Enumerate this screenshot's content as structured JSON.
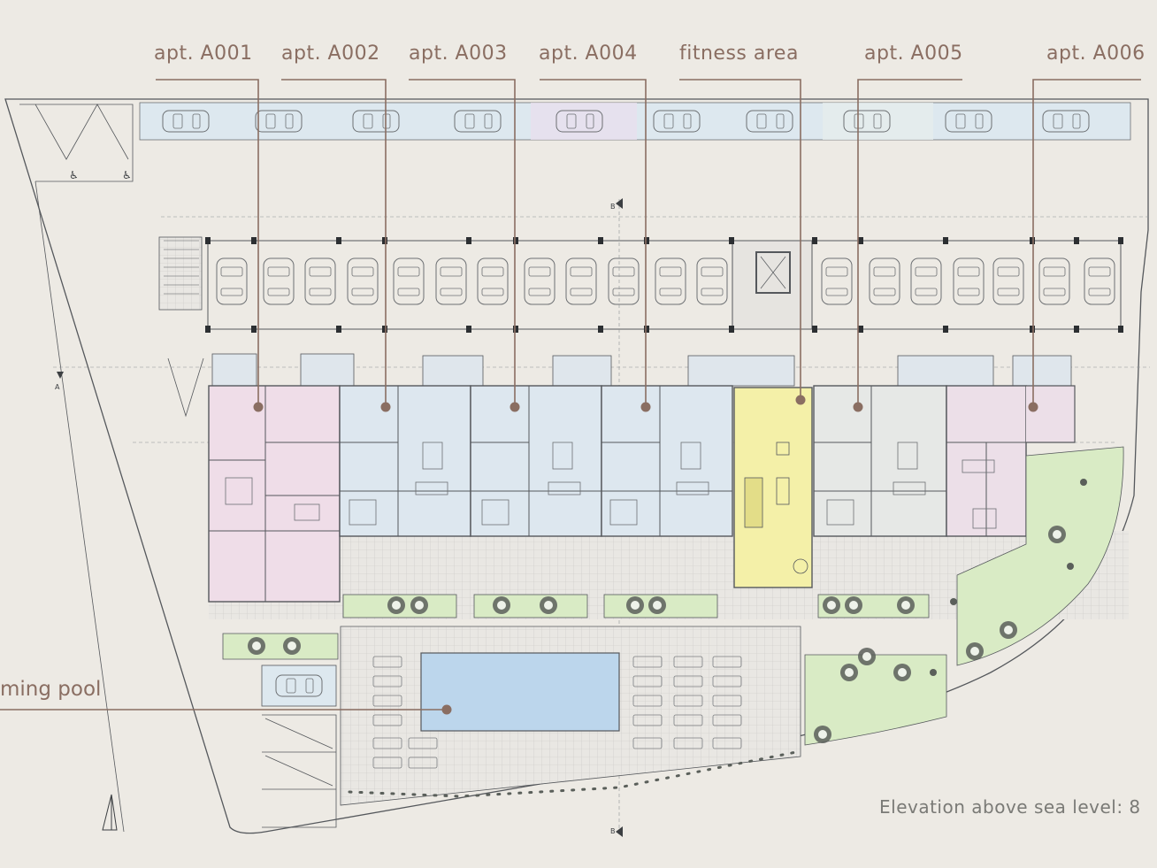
{
  "labels": {
    "a001": "apt. A001",
    "a002": "apt. A002",
    "a003": "apt. A003",
    "a004": "apt. A004",
    "fitness": "fitness area",
    "a005": "apt. A005",
    "a006": "apt. A006",
    "pool": "ming pool",
    "elevation": "Elevation above sea level: 8"
  },
  "colors": {
    "background": "#edeae4",
    "leader": "#8a6e62",
    "line": "#55585c",
    "apt_a001": "#efdde8",
    "apt_blue": "#dde7ef",
    "apt_a005": "#e6e8e6",
    "apt_a006": "#ecdfe8",
    "fitness": "#f4f0a8",
    "pool": "#bcd6ec",
    "lawn": "#d9ebc5",
    "parking_strip": "#dde8ef"
  }
}
